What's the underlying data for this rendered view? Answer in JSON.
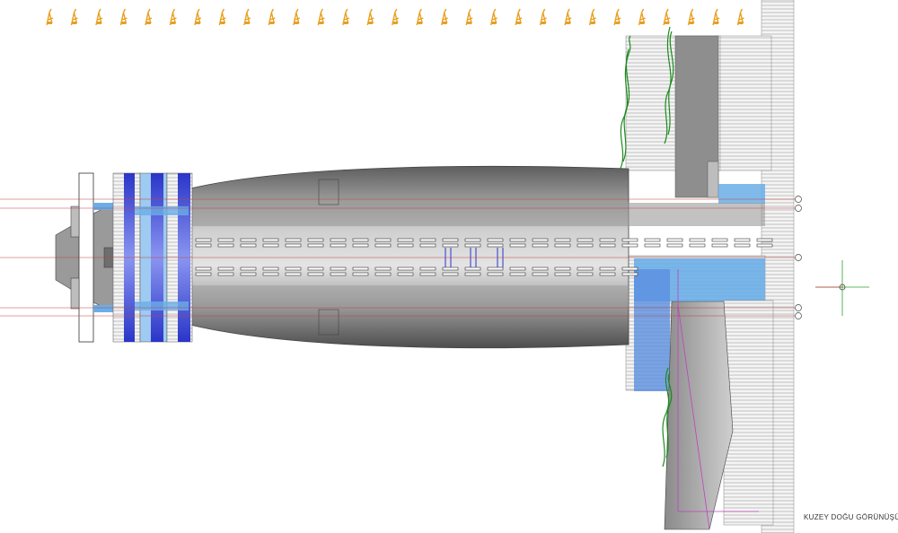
{
  "view_title": "KUZEY DOĞU GÖRÜNÜŞÜ",
  "elevation_marker_count": 30,
  "grid_bubble_count": 5,
  "colors": {
    "elevation_marker": "#e8a020",
    "concrete_dark": "#6f6f6f",
    "concrete_light": "#cfcfcf",
    "glass_blue": "#6aaee8",
    "deep_blue": "#2a35c8",
    "axis_red": "#c04040",
    "plant_green": "#1e8a1e",
    "magenta": "#c040c0",
    "crosshair_green": "#2aa52a"
  }
}
